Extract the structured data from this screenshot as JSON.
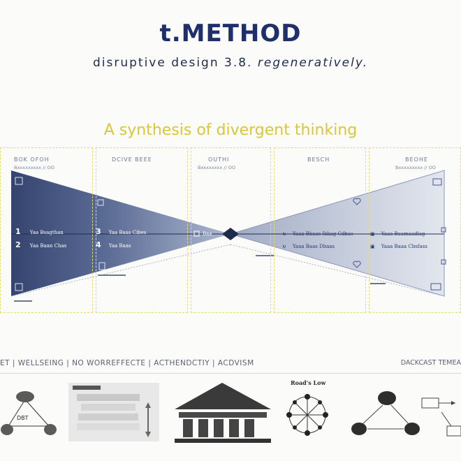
{
  "header": {
    "title": "t.METHOD",
    "subtitle_main": "disruptive design 3.8.",
    "subtitle_italic": "regeneratively."
  },
  "headline": "A synthesis of divergent thinking",
  "phases": [
    {
      "title": "BOK OFOH",
      "sub": "Bxxxxxxxxx // OO"
    },
    {
      "title": "DCIVE BEEE",
      "sub": ""
    },
    {
      "title": "OUTHI",
      "sub": "Bxxxxxxxx // OO"
    },
    {
      "title": "BESCH",
      "sub": ""
    },
    {
      "title": "BEOHE",
      "sub": "Bxxxxxxxxx // OO"
    }
  ],
  "left_items": [
    {
      "num": "1",
      "label": "Yaa Bsagthan"
    },
    {
      "num": "2",
      "label": "Yaa Baan Chas"
    },
    {
      "num": "3",
      "label": "Yaa Baas Cibes"
    },
    {
      "num": "4",
      "label": "Yaa Baas"
    }
  ],
  "center_label": "Baa",
  "right_items": [
    {
      "label": "Yaaa Bkaas Ikkag Cdbas"
    },
    {
      "label": "Yaaa Baas Dbaas"
    },
    {
      "label": "Yaaa Baamaadlag"
    },
    {
      "label": "Yaaa Baaa Cbsfass"
    }
  ],
  "values_bar": "ET | WELLSEING | NO WORREFFECTE | ACTHENDCTIY | ACDVISM",
  "backcast": "DACKCAST TEMEA",
  "thumbnails": {
    "dbt": "DBT",
    "roads_title": "Road's Low"
  },
  "colors": {
    "navy": "#3a4a78",
    "accent_yellow": "#d9c63a",
    "title_blue": "#1e2f6b"
  }
}
